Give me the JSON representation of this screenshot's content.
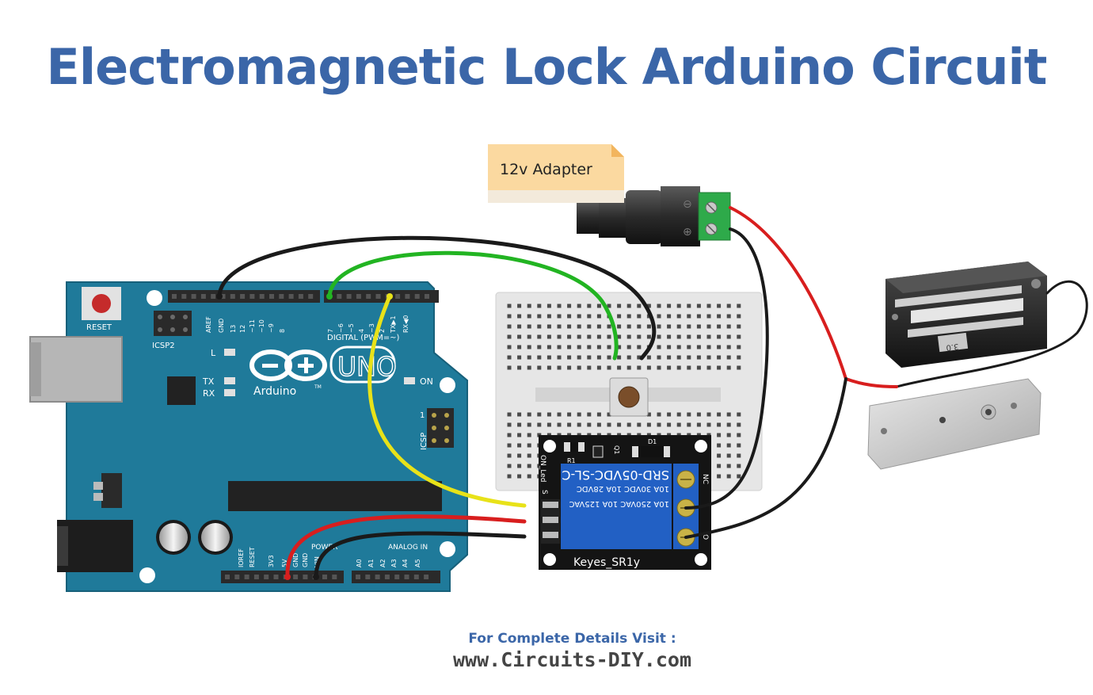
{
  "title": "Electromagnetic Lock Arduino Circuit",
  "adapter_note": "12v Adapter",
  "arduino": {
    "reset_label": "RESET",
    "icsp2_label": "ICSP2",
    "icsp_label": "ICSP",
    "icsp_pin1": "1",
    "brand": "Arduino",
    "tm": "TM",
    "model": "UNO",
    "led_l": "L",
    "led_tx": "TX",
    "led_rx": "RX",
    "led_on": "ON",
    "digital_label": "DIGITAL (PWM=~)",
    "power_label": "POWER",
    "analog_label": "ANALOG IN",
    "top_pins": [
      "AREF",
      "GND",
      "13",
      "12",
      "~11",
      "~10",
      "~9",
      "8",
      "7",
      "~6",
      "~5",
      "4",
      "~3",
      "2",
      "TX▶1",
      "RX◀0"
    ],
    "bottom_pins": [
      "IOREF",
      "RESET",
      "3V3",
      "5V",
      "GND",
      "GND",
      "VIN",
      "A0",
      "A1",
      "A2",
      "A3",
      "A4",
      "A5"
    ]
  },
  "relay": {
    "model_line": "SRD-05VDC-SL-C",
    "rating1": "10A 30VDC 10A 28VDC",
    "rating2": "10A 250VAC 10A 125VAC",
    "name": "Keyes_SR1y",
    "pin_labels": [
      "S",
      "+",
      "-"
    ],
    "nc": "NC",
    "no": "O",
    "on_led": "ON_Led",
    "r1": "R1",
    "q1": "Q1",
    "d1": "D1"
  },
  "lock_plate_text": "3.0",
  "colors": {
    "title": "#3b66a8",
    "board": "#1f7a9a",
    "wire_red": "#d81e1e",
    "wire_black": "#1a1a1a",
    "wire_green": "#22b422",
    "wire_yellow": "#e8e219",
    "terminal_green": "#2eaa4a"
  },
  "footer": {
    "line1": "For Complete Details Visit :",
    "line2": "www.Circuits-DIY.com"
  }
}
